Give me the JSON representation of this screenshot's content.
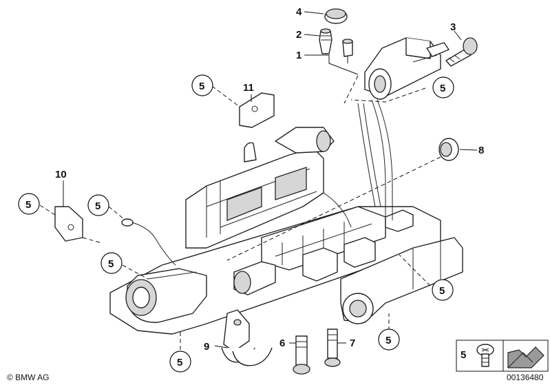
{
  "callouts": {
    "c1": "1",
    "c2": "2",
    "c3": "3",
    "c4": "4",
    "c5": "5",
    "c6": "6",
    "c7": "7",
    "c8": "8",
    "c9": "9",
    "c10": "10",
    "c11": "11"
  },
  "legend": {
    "part_number": "5"
  },
  "footer": {
    "copyright": "© BMW AG",
    "drawing_number": "00136480"
  }
}
